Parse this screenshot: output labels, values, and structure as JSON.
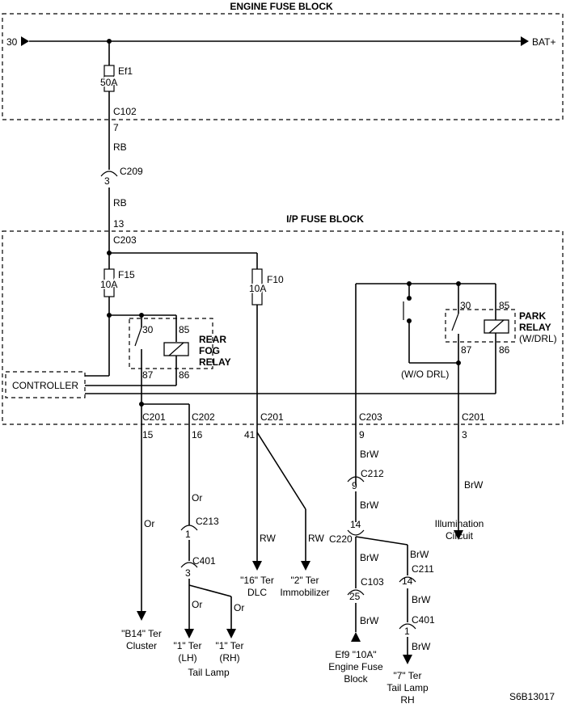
{
  "engine_fuse_block": {
    "title": "ENGINE FUSE BLOCK",
    "input_label": "30",
    "output_label": "BAT+",
    "fuse_name": "Ef1",
    "fuse_rating": "50A"
  },
  "upper_feed": {
    "conn1_name": "C102",
    "conn1_pin": "7",
    "wire1_color": "RB",
    "conn2_name": "C209",
    "conn2_pin": "3",
    "wire2_color": "RB",
    "pin13": "13"
  },
  "ip_fuse_block": {
    "title": "I/P FUSE BLOCK",
    "conn_name": "C203",
    "fuse15_name": "F15",
    "fuse15_rating": "10A",
    "fuse10_name": "F10",
    "fuse10_rating": "10A",
    "controller_label": "CONTROLLER"
  },
  "rear_fog_relay": {
    "line1": "REAR",
    "line2": "FOG",
    "line3": "RELAY",
    "pin30": "30",
    "pin85": "85",
    "pin87": "87",
    "pin86": "86"
  },
  "park_relay": {
    "line1": "PARK",
    "line2": "RELAY",
    "line3": "(W/DRL)",
    "pin30": "30",
    "pin85": "85",
    "pin87": "87",
    "pin86": "86",
    "wo_drl": "(W/O DRL)"
  },
  "bottom_connectors": {
    "c201_a": "C201",
    "c201_a_pin": "15",
    "c202": "C202",
    "c202_pin": "16",
    "c201_b": "C201",
    "c201_b_pin": "41",
    "c203": "C203",
    "c203_pin": "9",
    "c201_c": "C201",
    "c201_c_pin": "3"
  },
  "circuit_cluster": {
    "wire_color": "Or",
    "dest_line1": "\"B14\" Ter",
    "dest_line2": "Cluster"
  },
  "circuit_tail_lh_rh": {
    "wire_color1": "Or",
    "c213": "C213",
    "c213_pin": "1",
    "c401": "C401",
    "c401_pin": "3",
    "wire_lh": "Or",
    "wire_rh": "Or",
    "lh_line1": "\"1\" Ter",
    "lh_line2": "(LH)",
    "rh_line1": "\"1\" Ter",
    "rh_line2": "(RH)",
    "group_label": "Tail Lamp"
  },
  "circuit_dlc": {
    "wire_color": "RW",
    "dest_line1": "\"16\" Ter",
    "dest_line2": "DLC"
  },
  "circuit_immobilizer": {
    "wire_color": "RW",
    "dest_line1": "\"2\" Ter",
    "dest_line2": "Immobilizer"
  },
  "circuit_brw": {
    "w1": "BrW",
    "c212": "C212",
    "c212_pin": "9",
    "w2": "BrW",
    "c220": "C220",
    "c220_pin": "14",
    "w3": "BrW",
    "c103": "C103",
    "c103_pin": "25",
    "w4": "BrW",
    "ef9_line1": "Ef9 \"10A\"",
    "ef9_line2": "Engine Fuse",
    "ef9_line3": "Block",
    "w5": "BrW",
    "c211": "C211",
    "c211_pin": "14",
    "w6": "BrW",
    "c401": "C401",
    "c401_pin": "1",
    "w7": "BrW",
    "rh_line1": "\"7\" Ter",
    "rh_line2": "Tail Lamp",
    "rh_line3": "RH"
  },
  "circuit_illumination": {
    "wire_color": "BrW",
    "dest_line1": "Illumination",
    "dest_line2": "Circuit"
  },
  "figure_id": "S6B13017"
}
